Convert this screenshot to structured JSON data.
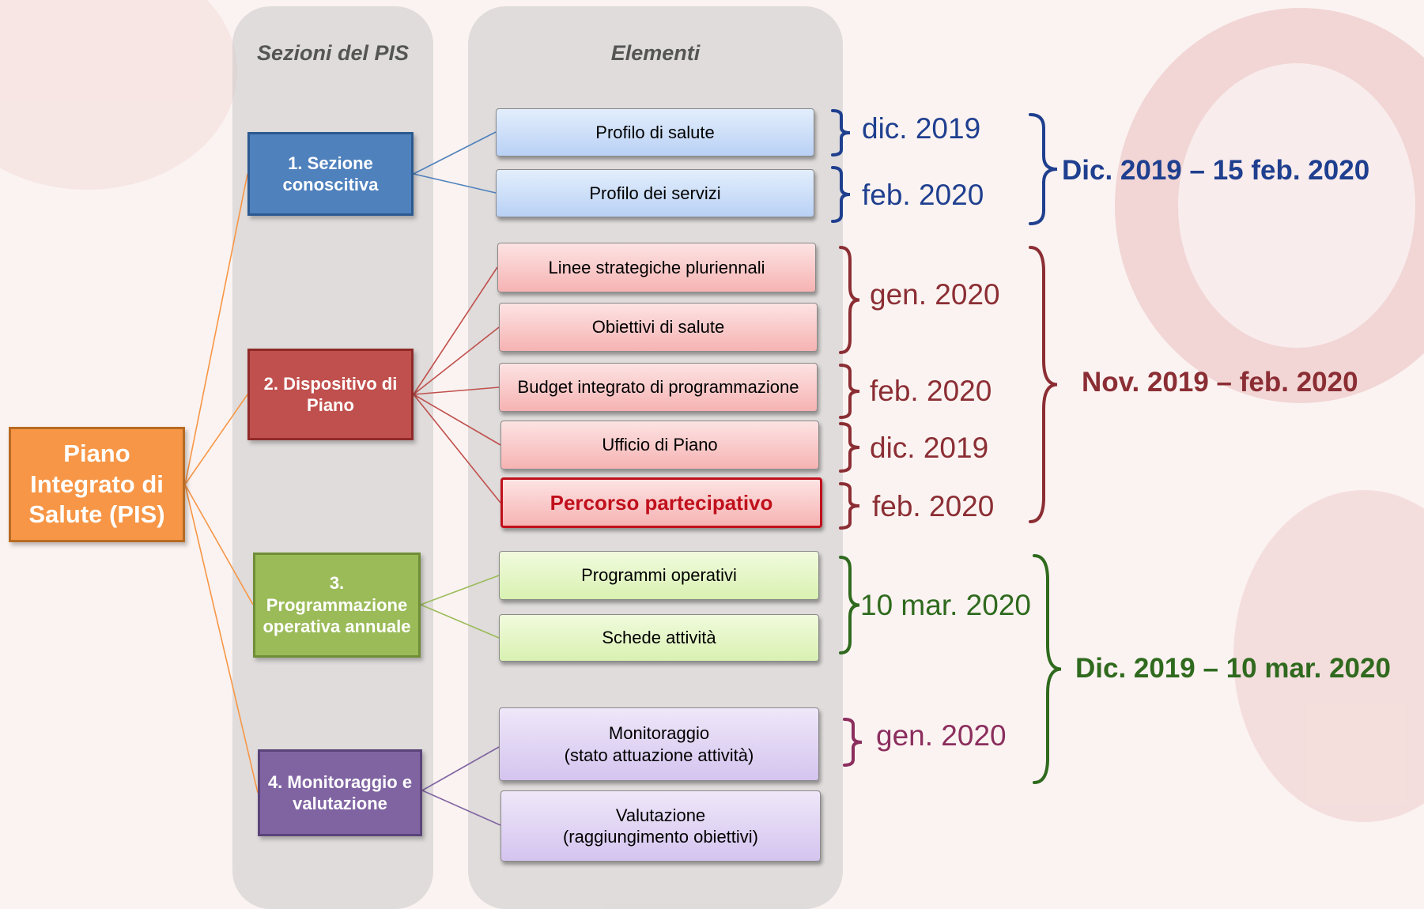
{
  "headers": {
    "sections": "Sezioni del PIS",
    "elements": "Elementi"
  },
  "root": {
    "label_lines": [
      "Piano",
      "Integrato di",
      "Salute (PIS)"
    ],
    "color": "#f79646"
  },
  "sections": [
    {
      "label_lines": [
        "1. Sezione",
        "conoscitiva"
      ],
      "color": "#4f81bd"
    },
    {
      "label_lines": [
        "2. Dispositivo di",
        "Piano"
      ],
      "color": "#c0504d"
    },
    {
      "label_lines": [
        "3.",
        "Programmazione",
        "operativa annuale"
      ],
      "color": "#9bbb59"
    },
    {
      "label_lines": [
        "4. Monitoraggio e",
        "valutazione"
      ],
      "color": "#8064a2"
    }
  ],
  "elements": [
    {
      "label_lines": [
        "Profilo di salute"
      ]
    },
    {
      "label_lines": [
        "Profilo dei servizi"
      ]
    },
    {
      "label_lines": [
        "Linee strategiche pluriennali"
      ]
    },
    {
      "label_lines": [
        "Obiettivi di salute"
      ]
    },
    {
      "label_lines": [
        "Budget integrato di programmazione"
      ]
    },
    {
      "label_lines": [
        "Ufficio di Piano"
      ]
    },
    {
      "label_lines": [
        "Percorso partecipativo"
      ],
      "highlight": true
    },
    {
      "label_lines": [
        "Programmi operativi"
      ]
    },
    {
      "label_lines": [
        "Schede attività"
      ]
    },
    {
      "label_lines": [
        "Monitoraggio",
        "(stato attuazione attività)"
      ]
    },
    {
      "label_lines": [
        "Valutazione",
        "(raggiungimento obiettivi)"
      ]
    }
  ],
  "dates": [
    {
      "text": "dic. 2019",
      "color": "#1f3f8f"
    },
    {
      "text": "feb. 2020",
      "color": "#1f3f8f"
    },
    {
      "text": "gen. 2020",
      "color": "#8b2e34"
    },
    {
      "text": "feb. 2020",
      "color": "#8b2e34"
    },
    {
      "text": "dic. 2019",
      "color": "#8b2e34"
    },
    {
      "text": "feb. 2020",
      "color": "#8b2e34"
    },
    {
      "text": "10 mar. 2020",
      "color": "#2f6a1e"
    },
    {
      "text": "gen. 2020",
      "color": "#8b2e5e"
    }
  ],
  "periods": [
    {
      "text": "Dic. 2019 – 15 feb. 2020",
      "color": "#1f3f8f"
    },
    {
      "text": "Nov. 2019 – feb. 2020",
      "color": "#8b2e34"
    },
    {
      "text": "Dic. 2019 – 10 mar. 2020",
      "color": "#2f6a1e"
    }
  ]
}
